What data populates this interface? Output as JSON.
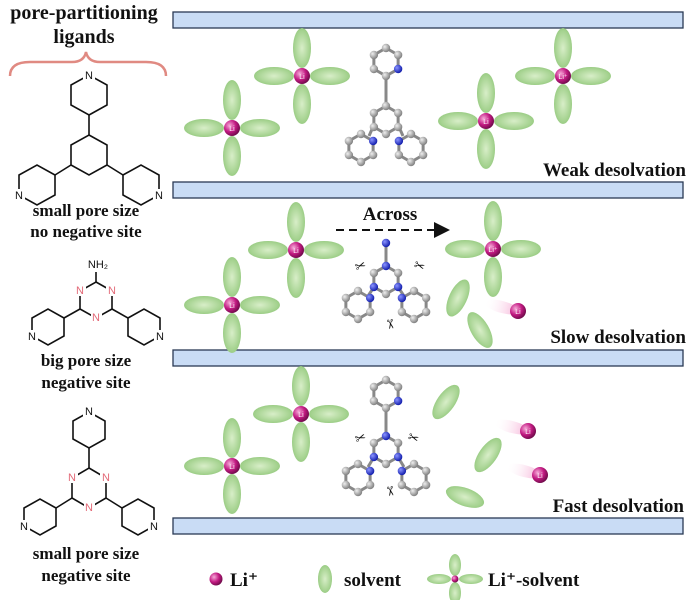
{
  "ligands": {
    "heading_line1": "pore-partitioning",
    "heading_line2": "ligands",
    "items": [
      {
        "line1": "small pore size",
        "line2": "no negative site"
      },
      {
        "line1": "big pore size",
        "line2": "negative site"
      },
      {
        "line1": "small pore size",
        "line2": "negative site"
      }
    ],
    "atom_N": "N",
    "amine": "NH₂"
  },
  "channels": {
    "weak": "Weak desolvation",
    "slow": "Slow desolvation",
    "fast": "Fast desolvation",
    "across": "Across"
  },
  "ion_label": "Li",
  "ion_label_plus": "Li⁺",
  "legend": {
    "li": "Li⁺",
    "solvent": "solvent",
    "complex": "Li⁺-solvent"
  },
  "colors": {
    "bar_fill": "#c9dcf5",
    "bar_stroke": "#2a3a55",
    "solvent": "#a6d391",
    "li": "#c21a82",
    "bracket": "#e08a82",
    "ring_n": "#e36a78",
    "atom_c": "#a9a9a9",
    "atom_n": "#1f2fd4"
  }
}
